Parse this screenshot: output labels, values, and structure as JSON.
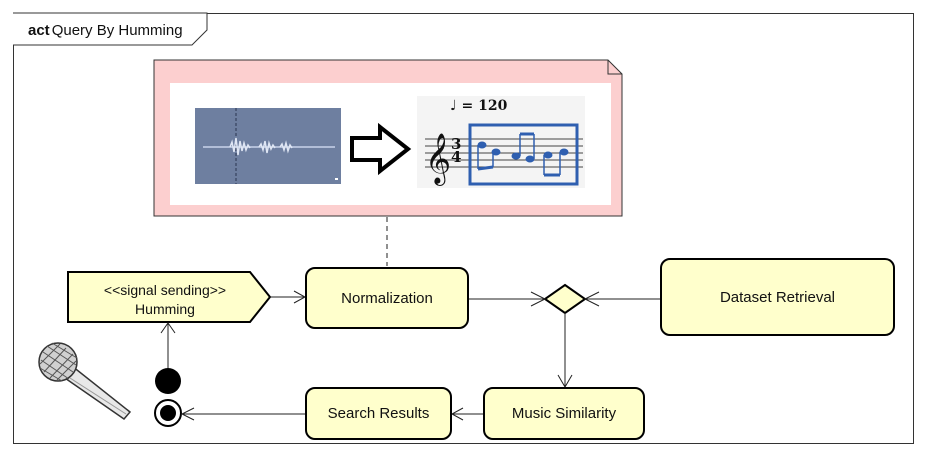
{
  "frame": {
    "keyword": "act",
    "title": "Query By Humming"
  },
  "note": {
    "tempo_marking": "♩ = 120",
    "time_signature_top": "3",
    "time_signature_bottom": "4"
  },
  "nodes": {
    "signal": {
      "stereotype": "<<signal sending>>",
      "label": "Humming"
    },
    "normalization": "Normalization",
    "dataset": "Dataset Retrieval",
    "similarity": "Music Similarity",
    "results": "Search Results"
  },
  "colors": {
    "node_fill": "#ffffcc",
    "note_fill": "#fccfcf",
    "waveform_bg": "#6e7fa0",
    "score_blue": "#2f5fb0"
  }
}
